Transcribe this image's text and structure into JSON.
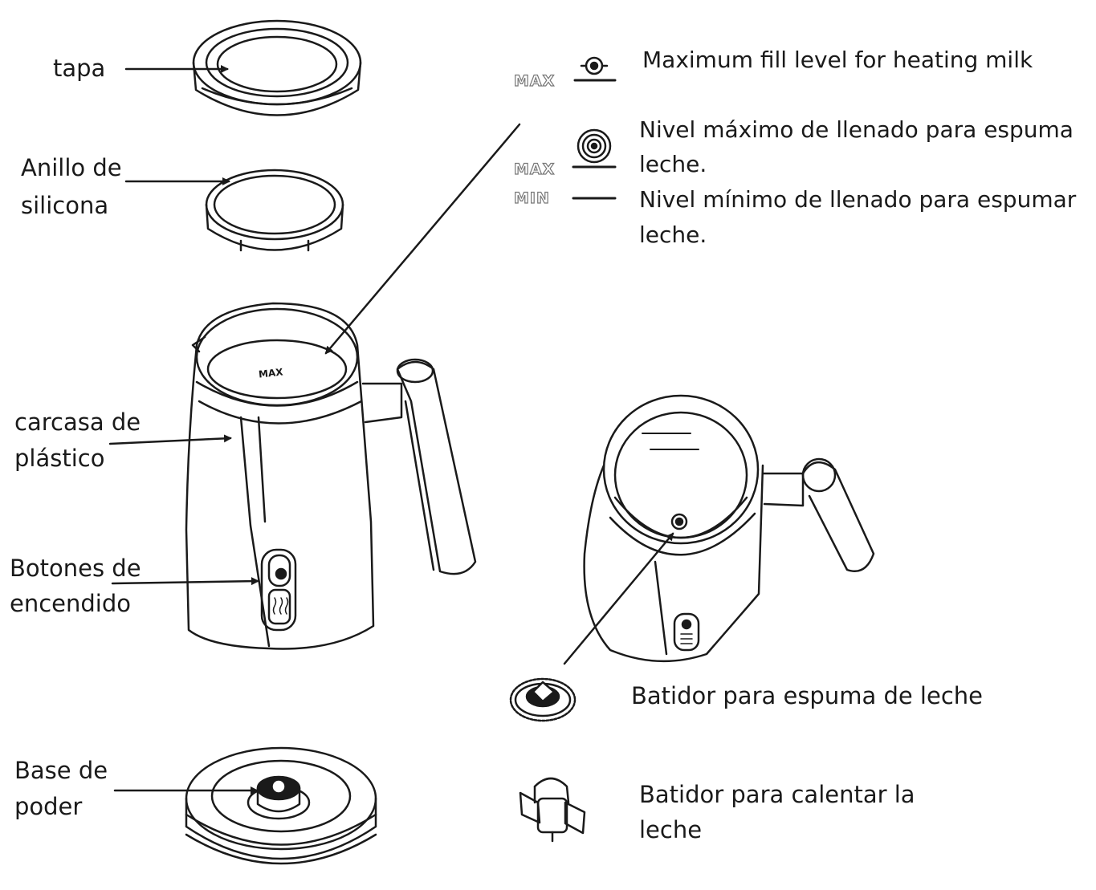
{
  "parts": {
    "lid": "tapa",
    "ring_line1": "Anillo de",
    "ring_line2": "silicona",
    "housing_line1": "carcasa de",
    "housing_line2": "plástico",
    "buttons_line1": "Botones de",
    "buttons_line2": "encendido",
    "base_line1": "Base de",
    "base_line2": "poder"
  },
  "legend": {
    "max_mark": "MAX",
    "min_mark": "MIN",
    "heating_max": "Maximum fill level for heating milk",
    "froth_max_line1": "Nivel máximo de llenado para espuma",
    "froth_max_line2": "leche.",
    "froth_min_line1": "Nivel mínimo de llenado para espumar",
    "froth_min_line2": "leche."
  },
  "accessories": {
    "frothing_whisk": "Batidor para espuma de leche",
    "heating_whisk_line1": "Batidor para calentar la",
    "heating_whisk_line2": "leche"
  },
  "jug_markings": {
    "inner_max": "MAX"
  }
}
